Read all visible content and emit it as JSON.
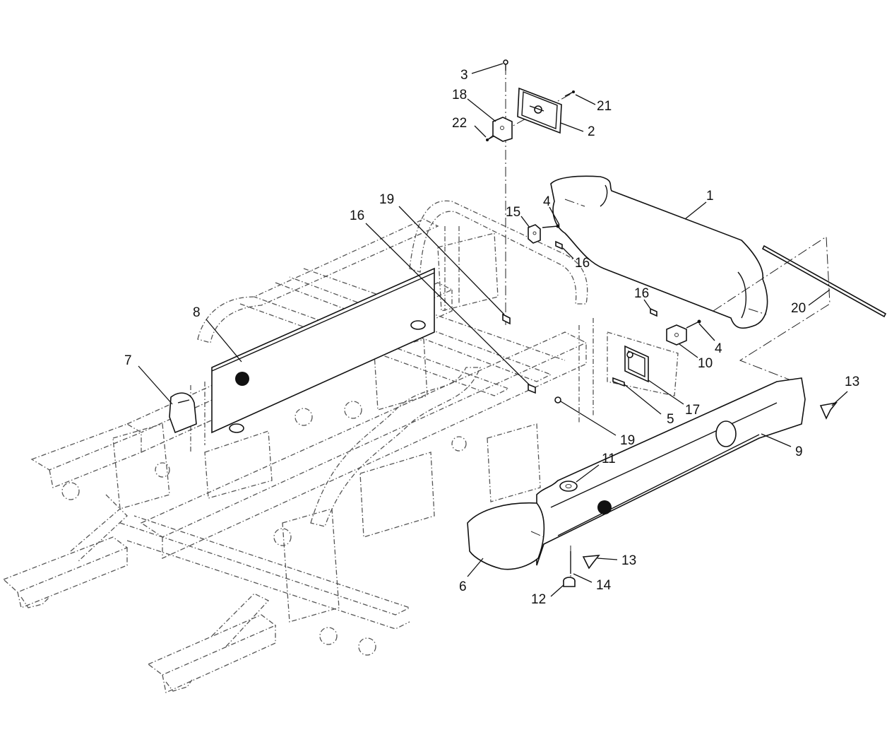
{
  "callouts": [
    {
      "id": "c3",
      "text": "3"
    },
    {
      "id": "c18",
      "text": "18"
    },
    {
      "id": "c22",
      "text": "22"
    },
    {
      "id": "c21",
      "text": "21"
    },
    {
      "id": "c2",
      "text": "2"
    },
    {
      "id": "c1",
      "text": "1"
    },
    {
      "id": "c19a",
      "text": "19"
    },
    {
      "id": "c16a",
      "text": "16"
    },
    {
      "id": "c4a",
      "text": "4"
    },
    {
      "id": "c15",
      "text": "15"
    },
    {
      "id": "c16b",
      "text": "16"
    },
    {
      "id": "c20",
      "text": "20"
    },
    {
      "id": "c16c",
      "text": "16"
    },
    {
      "id": "c8",
      "text": "8"
    },
    {
      "id": "c7",
      "text": "7"
    },
    {
      "id": "c4b",
      "text": "4"
    },
    {
      "id": "c10",
      "text": "10"
    },
    {
      "id": "c13a",
      "text": "13"
    },
    {
      "id": "c17",
      "text": "17"
    },
    {
      "id": "c5",
      "text": "5"
    },
    {
      "id": "c19b",
      "text": "19"
    },
    {
      "id": "c9",
      "text": "9"
    },
    {
      "id": "c11",
      "text": "11"
    },
    {
      "id": "c13b",
      "text": "13"
    },
    {
      "id": "c6",
      "text": "6"
    },
    {
      "id": "c14",
      "text": "14"
    },
    {
      "id": "c12",
      "text": "12"
    }
  ]
}
